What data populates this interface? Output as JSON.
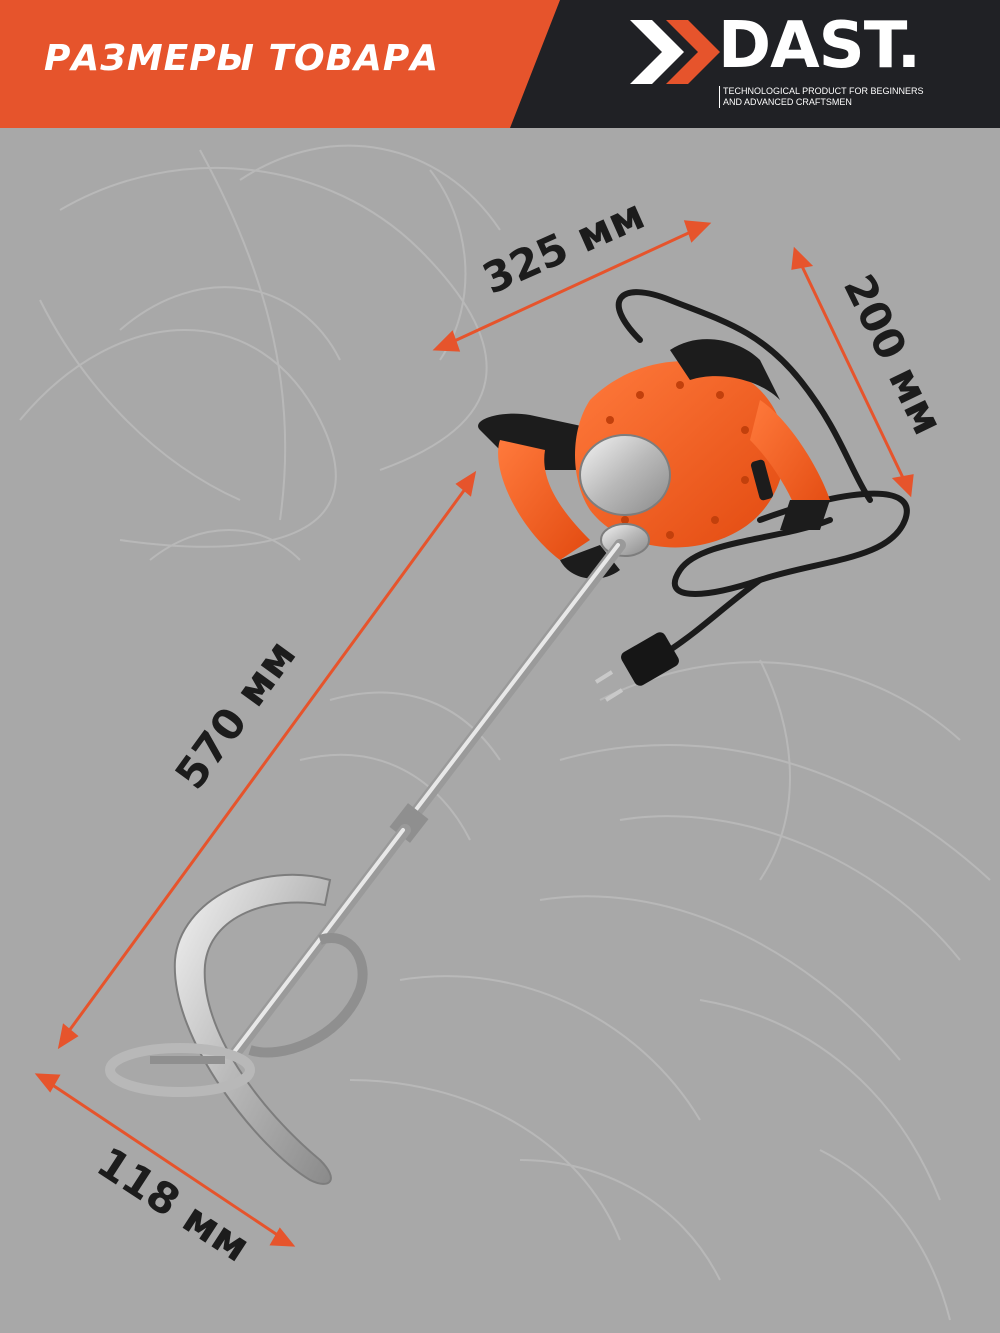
{
  "banner": {
    "title": "РАЗМЕРЫ ТОВАРА"
  },
  "brand": {
    "name": "DAST.",
    "tagline_line_1": "TECHNOLOGICAL PRODUCT FOR BEGINNERS",
    "tagline_line_2": "AND ADVANCED CRAFTSMEN"
  },
  "dimensions": {
    "width_label": "325 мм",
    "depth_label": "200 мм",
    "length_label": "570 мм",
    "diameter_label": "118 мм"
  },
  "colors": {
    "accent": "#e6542c",
    "header_dark": "#202125",
    "background": "#a8a8a8",
    "label_text": "#1c1c1c"
  },
  "icons": [
    "chevron-icon"
  ]
}
